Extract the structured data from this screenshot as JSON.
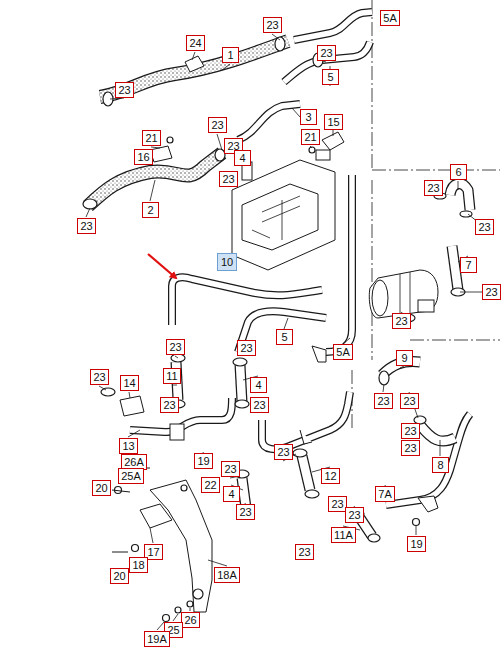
{
  "diagram": {
    "nodes": [
      {
        "text": [
          "5A"
        ]
      },
      {
        "text": [
          "23"
        ]
      },
      {
        "text": [
          "24"
        ]
      },
      {
        "text": [
          "1"
        ]
      },
      {
        "text": [
          "23"
        ]
      },
      {
        "text": [
          "5"
        ]
      },
      {
        "text": [
          "23"
        ]
      },
      {
        "text": [
          "3"
        ]
      },
      {
        "text": [
          "15"
        ]
      },
      {
        "text": [
          "23"
        ]
      },
      {
        "text": [
          "21"
        ]
      },
      {
        "text": [
          "21"
        ]
      },
      {
        "text": [
          "23"
        ]
      },
      {
        "text": [
          "4"
        ]
      },
      {
        "text": [
          "16"
        ]
      },
      {
        "text": [
          "23"
        ]
      },
      {
        "text": [
          "6"
        ]
      },
      {
        "text": [
          "23"
        ]
      },
      {
        "text": [
          "2"
        ]
      },
      {
        "text": [
          "23"
        ]
      },
      {
        "text": [
          "23"
        ]
      },
      {
        "text": [
          "10"
        ]
      },
      {
        "text": [
          "7"
        ]
      },
      {
        "text": [
          "23"
        ]
      },
      {
        "text": [
          "23"
        ]
      },
      {
        "text": [
          "5"
        ]
      },
      {
        "text": [
          "23"
        ]
      },
      {
        "text": [
          "23"
        ]
      },
      {
        "text": [
          "5A"
        ]
      },
      {
        "text": [
          "9"
        ]
      },
      {
        "text": [
          "23"
        ]
      },
      {
        "text": [
          "11"
        ]
      },
      {
        "text": [
          "4"
        ]
      },
      {
        "text": [
          "14"
        ]
      },
      {
        "text": [
          "23"
        ]
      },
      {
        "text": [
          "23"
        ]
      },
      {
        "text": [
          "23"
        ]
      },
      {
        "text": [
          "23"
        ]
      },
      {
        "text": [
          "23"
        ]
      },
      {
        "text": [
          "13"
        ]
      },
      {
        "text": [
          "23"
        ]
      },
      {
        "text": [
          "8"
        ]
      },
      {
        "text": [
          "19"
        ]
      },
      {
        "text": [
          "26A"
        ]
      },
      {
        "text": [
          "23"
        ]
      },
      {
        "text": [
          "23"
        ]
      },
      {
        "text": [
          "25A"
        ]
      },
      {
        "text": [
          "12"
        ]
      },
      {
        "text": [
          "20"
        ]
      },
      {
        "text": [
          "22"
        ]
      },
      {
        "text": [
          "4"
        ]
      },
      {
        "text": [
          "7A"
        ]
      },
      {
        "text": [
          "23"
        ]
      },
      {
        "text": [
          "23"
        ]
      },
      {
        "text": [
          "23"
        ]
      },
      {
        "text": [
          "11A"
        ]
      },
      {
        "text": [
          "19"
        ]
      },
      {
        "text": [
          "17"
        ]
      },
      {
        "text": [
          "23"
        ]
      },
      {
        "text": [
          "18"
        ]
      },
      {
        "text": [
          "20"
        ]
      },
      {
        "text": [
          "18A"
        ]
      },
      {
        "text": [
          "26"
        ]
      },
      {
        "text": [
          "25"
        ]
      },
      {
        "text": [
          "19A"
        ]
      }
    ],
    "edges": []
  }
}
